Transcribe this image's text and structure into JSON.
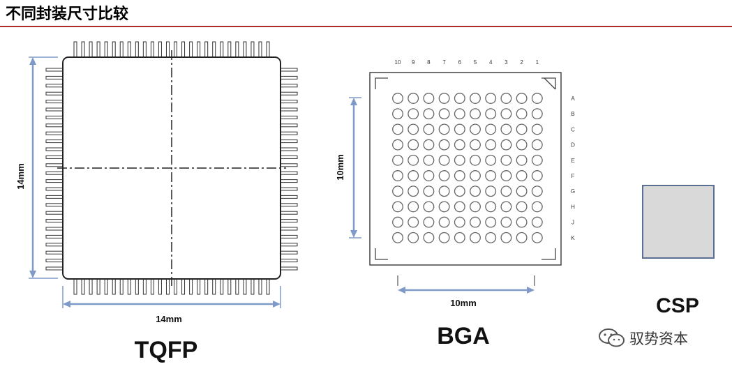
{
  "title": "不同封装尺寸比较",
  "tqfp": {
    "label": "TQFP",
    "dim_vertical": "14mm",
    "dim_horizontal": "14mm"
  },
  "bga": {
    "label": "BGA",
    "dim_vertical": "10mm",
    "dim_horizontal": "10mm",
    "column_labels": [
      "10",
      "9",
      "8",
      "7",
      "6",
      "5",
      "4",
      "3",
      "2",
      "1"
    ],
    "row_labels": [
      "A",
      "B",
      "C",
      "D",
      "E",
      "F",
      "G",
      "H",
      "J",
      "K"
    ]
  },
  "csp": {
    "label": "CSP"
  },
  "watermark": "驭势资本",
  "colors": {
    "accent_rule": "#b02a2a",
    "dimension_line": "#7f9ac9",
    "csp_fill": "#d9d9d9",
    "csp_border": "#5b6f93"
  }
}
